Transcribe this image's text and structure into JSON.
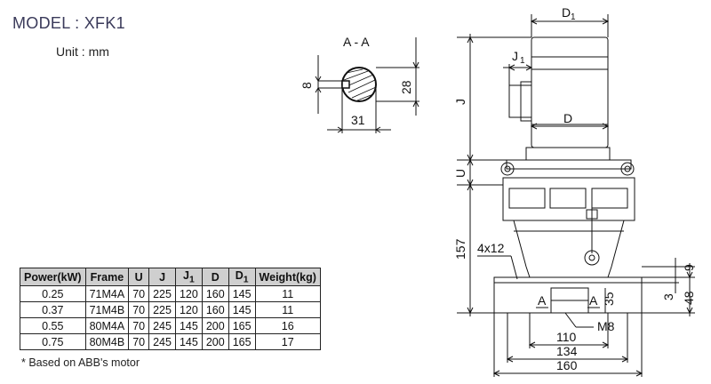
{
  "header": {
    "model": "MODEL : XFK1",
    "unit": "Unit : mm"
  },
  "section": {
    "title": "A - A",
    "dim_keyway": "8",
    "dim_height": "28",
    "dim_diameter": "31"
  },
  "drawing": {
    "D1": "D",
    "D1_sub": "1",
    "J1": "J",
    "J1_sub": "1",
    "J": "J",
    "D": "D",
    "U": "U",
    "h157": "157",
    "holes": "4x12",
    "d9": "9",
    "d3": "3",
    "d48": "48",
    "d35": "35",
    "sectionA": "A",
    "m8": "M8",
    "w110": "110",
    "w134": "134",
    "w160": "160"
  },
  "table": {
    "headers": [
      "Power(kW)",
      "Frame",
      "U",
      "J",
      "J",
      "D",
      "D",
      "Weight(kg)"
    ],
    "header_subs": [
      "",
      "",
      "",
      "",
      "1",
      "",
      "1",
      ""
    ],
    "rows": [
      [
        "0.25",
        "71M4A",
        "70",
        "225",
        "120",
        "160",
        "145",
        "11"
      ],
      [
        "0.37",
        "71M4B",
        "70",
        "225",
        "120",
        "160",
        "145",
        "11"
      ],
      [
        "0.55",
        "80M4A",
        "70",
        "245",
        "145",
        "200",
        "165",
        "16"
      ],
      [
        "0.75",
        "80M4B",
        "70",
        "245",
        "145",
        "200",
        "165",
        "17"
      ]
    ]
  },
  "footnote": "* Based on ABB's motor"
}
